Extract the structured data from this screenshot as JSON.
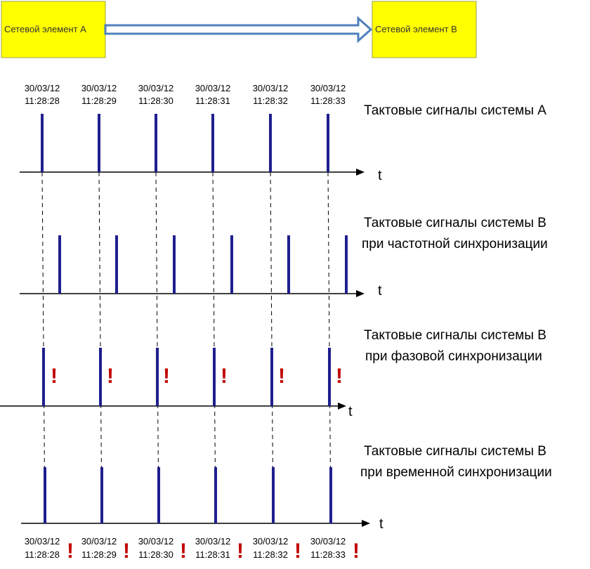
{
  "boxes": {
    "element_a": "Сетевой элемент А",
    "element_b": "Сетевой элемент В"
  },
  "timestamps_top": [
    {
      "date": "30/03/12",
      "time": "11:28:28"
    },
    {
      "date": "30/03/12",
      "time": "11:28:29"
    },
    {
      "date": "30/03/12",
      "time": "11:28:30"
    },
    {
      "date": "30/03/12",
      "time": "11:28:31"
    },
    {
      "date": "30/03/12",
      "time": "11:28:32"
    },
    {
      "date": "30/03/12",
      "time": "11:28:33"
    }
  ],
  "timestamps_bottom": [
    {
      "date": "30/03/12",
      "time": "11:28:28"
    },
    {
      "date": "30/03/12",
      "time": "11:28:29"
    },
    {
      "date": "30/03/12",
      "time": "11:28:30"
    },
    {
      "date": "30/03/12",
      "time": "11:28:31"
    },
    {
      "date": "30/03/12",
      "time": "11:28:32"
    },
    {
      "date": "30/03/12",
      "time": "11:28:33"
    }
  ],
  "rows": [
    {
      "caption_lines": [
        "Тактовые сигналы системы А"
      ],
      "axis_label": "t",
      "marks": false
    },
    {
      "caption_lines": [
        "Тактовые сигналы системы В",
        "при частотной синхронизации"
      ],
      "axis_label": "t",
      "marks": false
    },
    {
      "caption_lines": [
        "Тактовые сигналы системы В",
        "при фазовой синхронизации"
      ],
      "axis_label": "t",
      "marks": true
    },
    {
      "caption_lines": [
        "Тактовые сигналы системы В",
        "при временной синхронизации"
      ],
      "axis_label": "t",
      "marks": true
    }
  ],
  "exclamation": "!",
  "colors": {
    "box_fill": "#ffff00",
    "pulse": "#1f1f8f",
    "arrow": "#4f81bd",
    "mark": "#c00000"
  }
}
